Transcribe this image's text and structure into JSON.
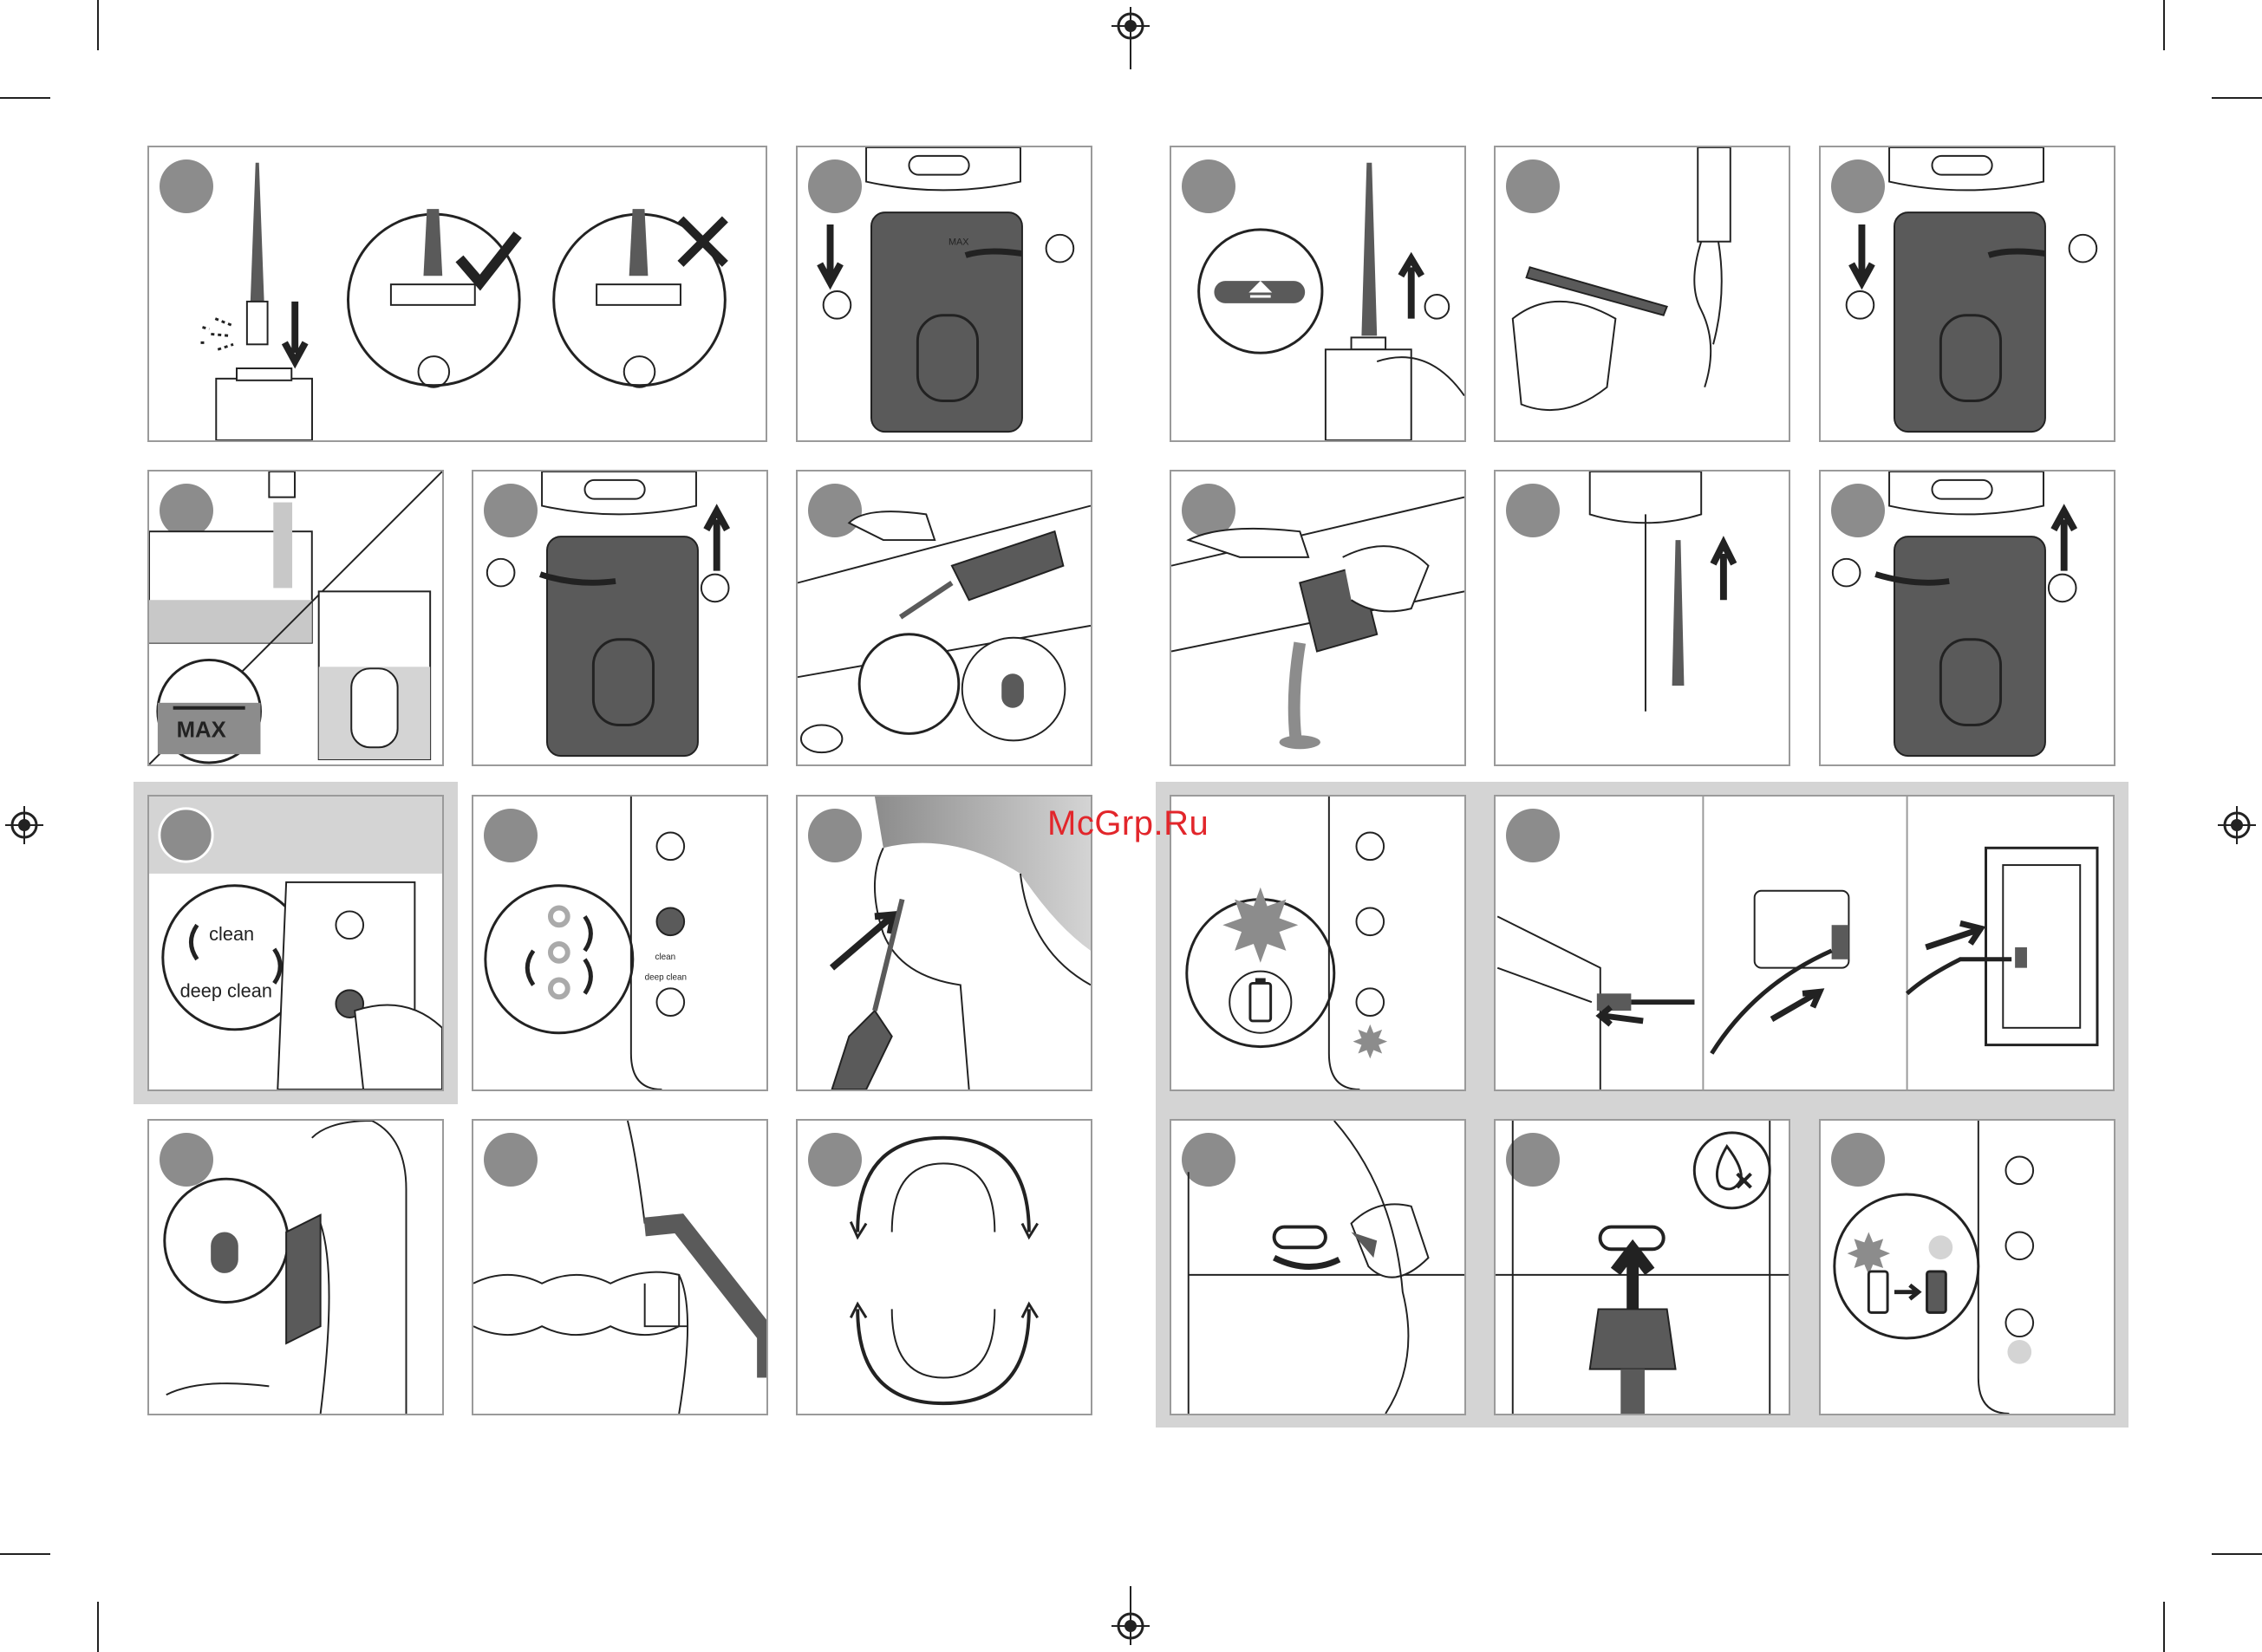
{
  "watermark": "McGrp.Ru",
  "labels": {
    "max": "MAX",
    "max_small": "MAX",
    "clean": "clean",
    "deep_clean": "deep clean",
    "clean_small": "clean",
    "deep_clean_small": "deep clean"
  },
  "icons": {
    "check": "check-icon",
    "cross": "cross-icon",
    "eject": "eject-icon",
    "power": "power-icon",
    "battery": "battery-icon",
    "no_water": "no-water-icon",
    "registration": "registration-mark-icon"
  },
  "colors": {
    "panel_border": "#9a9a9a",
    "step_badge": "#8c8c8c",
    "device_dark": "#5a5a5a",
    "shaded_area": "#d4d4d4",
    "watermark": "#e2262b"
  }
}
